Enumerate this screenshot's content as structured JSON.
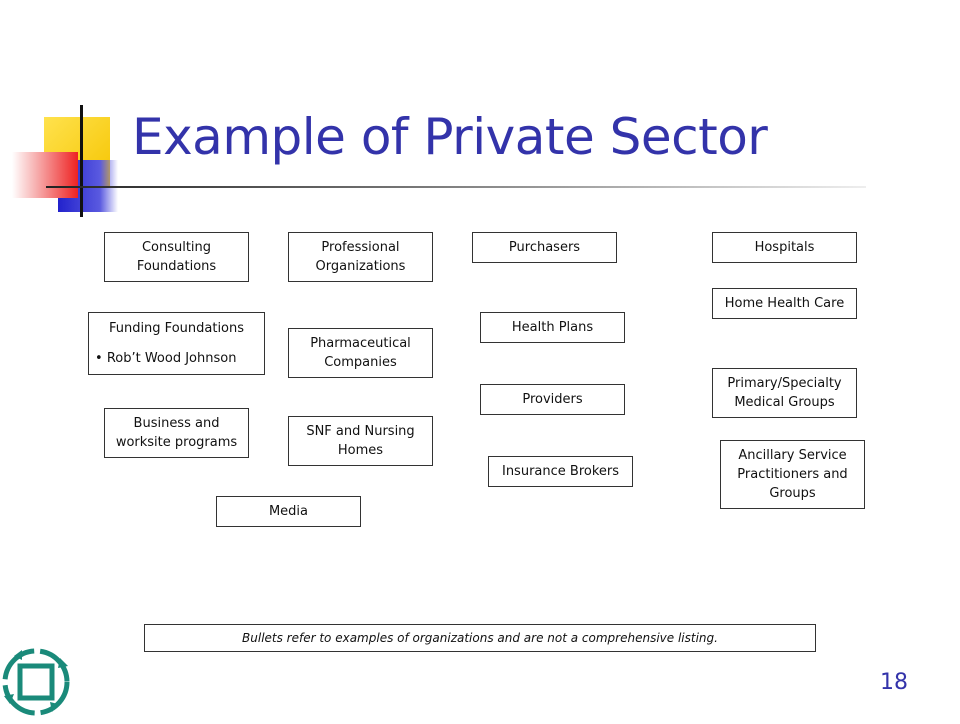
{
  "slide": {
    "title": "Example of Private Sector",
    "page_number": "18",
    "footnote": "Bullets refer to examples of organizations and are not a comprehensive listing.",
    "colors": {
      "title": "#3333aa",
      "accent_yellow": "#ffd11a",
      "accent_red": "#ee2222",
      "accent_blue": "#2222cc",
      "logo_teal": "#1a8a7a"
    }
  },
  "boxes": {
    "consulting_foundations": "Consulting Foundations",
    "professional_organizations": "Professional Organizations",
    "purchasers": "Purchasers",
    "hospitals": "Hospitals",
    "home_health_care": "Home Health Care",
    "funding_foundations": "Funding Foundations",
    "funding_bullet": "Rob’t Wood Johnson",
    "pharmaceutical_companies": "Pharmaceutical Companies",
    "health_plans": "Health Plans",
    "primary_specialty": "Primary/Specialty Medical Groups",
    "providers": "Providers",
    "business_worksite": "Business and worksite programs",
    "snf_nursing": "SNF and Nursing Homes",
    "insurance_brokers": "Insurance Brokers",
    "ancillary_service": "Ancillary Service Practitioners and Groups",
    "media": "Media"
  },
  "icons": {
    "logo": "recycle-square-icon"
  }
}
